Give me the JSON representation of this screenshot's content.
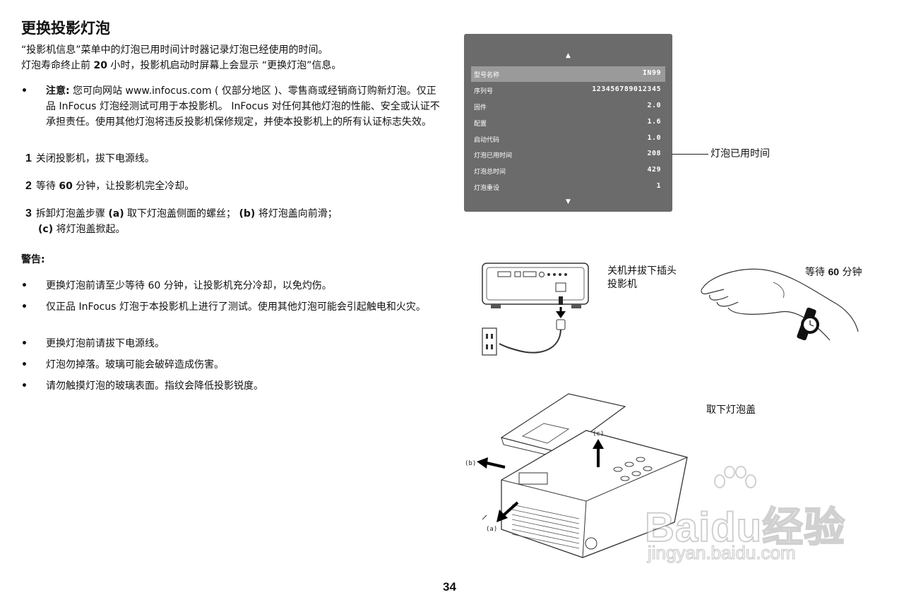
{
  "title": "更换投影灯泡",
  "intro": {
    "line1": "“投影机信息”菜单中的灯泡已用时间计时器记录灯泡已经使用的时间。",
    "line2_a": "灯泡寿命终止前 ",
    "line2_num": "20",
    "line2_b": " 小时，投影机启动时屏幕上会显示 “更换灯泡”信息。"
  },
  "note": {
    "bullet": "•",
    "label": "注意:",
    "text": " 您可向网站 www.infocus.com ( 仅部分地区 )、零售商或经销商订购新灯泡。仅正品 InFocus 灯泡经测试可用于本投影机。 InFocus 对任何其他灯泡的性能、安全或认证不承担责任。使用其他灯泡将违反投影机保修规定，并使本投影机上的所有认证标志失效。"
  },
  "steps": [
    {
      "num": "1",
      "text": "关闭投影机，拔下电源线。"
    },
    {
      "num": "2",
      "text_a": "等待 ",
      "bold": "60",
      "text_b": " 分钟，让投影机完全冷却。"
    },
    {
      "num": "3",
      "text_a": "拆卸灯泡盖步骤 ",
      "a": "(a)",
      "text_b": " 取下灯泡盖侧面的螺丝； ",
      "b": "(b)",
      "text_c": " 将灯泡盖向前滑；",
      "c": "(c)",
      "text_d": " 将灯泡盖掀起。"
    }
  ],
  "warning_heading": "警告:",
  "warnings": [
    "更换灯泡前请至少等待 60 分钟，让投影机充分冷却，以免灼伤。",
    "仅正品 InFocus 灯泡于本投影机上进行了测试。使用其他灯泡可能会引起触电和火灾。",
    "更换灯泡前请拔下电源线。",
    "灯泡勿掉落。玻璃可能会破碎造成伤害。",
    "请勿触摸灯泡的玻璃表面。指纹会降低投影锐度。"
  ],
  "bullet_char": "•",
  "osd": {
    "up_arrow": "▲",
    "down_arrow": "▼",
    "rows": [
      {
        "k": "型号名称",
        "v": "IN99"
      },
      {
        "k": "序列号",
        "v": "123456789012345"
      },
      {
        "k": "固件",
        "v": "2.0"
      },
      {
        "k": "配置",
        "v": "1.6"
      },
      {
        "k": "启动代码",
        "v": "1.0"
      },
      {
        "k": "灯泡已用时间",
        "v": "208"
      },
      {
        "k": "灯泡总时间",
        "v": "429"
      },
      {
        "k": "灯泡重设",
        "v": "1"
      }
    ],
    "selected_index": 0
  },
  "callout_lamp_hours": "灯泡已用时间",
  "label_unplug_1": "关机并拔下插头",
  "label_unplug_2": "投影机",
  "label_wait_a": "等待 ",
  "label_wait_num": "60",
  "label_wait_b": " 分钟",
  "label_remove_cover": "取下灯泡盖",
  "diagram_labels": {
    "a": "(a)",
    "b": "(b)",
    "c": "(c)"
  },
  "page_number": "34",
  "watermark": {
    "brand": "Baidu经验",
    "url": "jingyan.baidu.com"
  }
}
